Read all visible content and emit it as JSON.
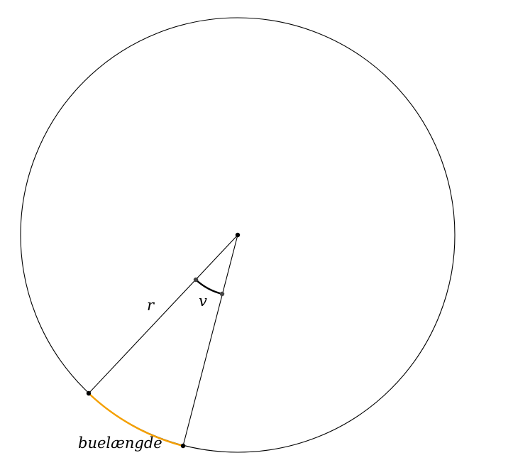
{
  "labels": {
    "radius": "r",
    "angle": "v",
    "arc_length": "buelængde"
  },
  "colors": {
    "circle_stroke": "#000000",
    "line_stroke": "#000000",
    "arc_highlight": "#f5a000",
    "angle_marker": "#000000",
    "point_fill": "#000000",
    "angle_point_fill": "#444444"
  }
}
